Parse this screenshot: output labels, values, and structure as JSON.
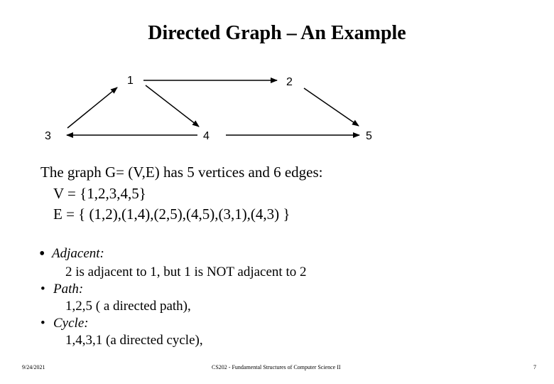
{
  "title": "Directed Graph – An Example",
  "graph": {
    "vertices": [
      "1",
      "2",
      "3",
      "4",
      "5"
    ],
    "edges": [
      [
        "1",
        "2"
      ],
      [
        "1",
        "4"
      ],
      [
        "2",
        "5"
      ],
      [
        "4",
        "5"
      ],
      [
        "3",
        "1"
      ],
      [
        "4",
        "3"
      ]
    ]
  },
  "description": {
    "intro": "The graph G= (V,E) has 5 vertices and 6 edges:",
    "v_set": "V = {1,2,3,4,5}",
    "e_set": "E = { (1,2),(1,4),(2,5),(4,5),(3,1),(4,3) }"
  },
  "bullets": [
    {
      "term": "Adjacent:",
      "detail": "2 is adjacent to 1, but 1 is NOT adjacent to 2"
    },
    {
      "term": "Path:",
      "detail": "1,2,5 ( a directed path),"
    },
    {
      "term": "Cycle:",
      "detail": "1,4,3,1 (a directed cycle),"
    }
  ],
  "footer": {
    "date": "9/24/2021",
    "course": "CS202 - Fundamental Structures of Computer Science II",
    "page": "7"
  }
}
